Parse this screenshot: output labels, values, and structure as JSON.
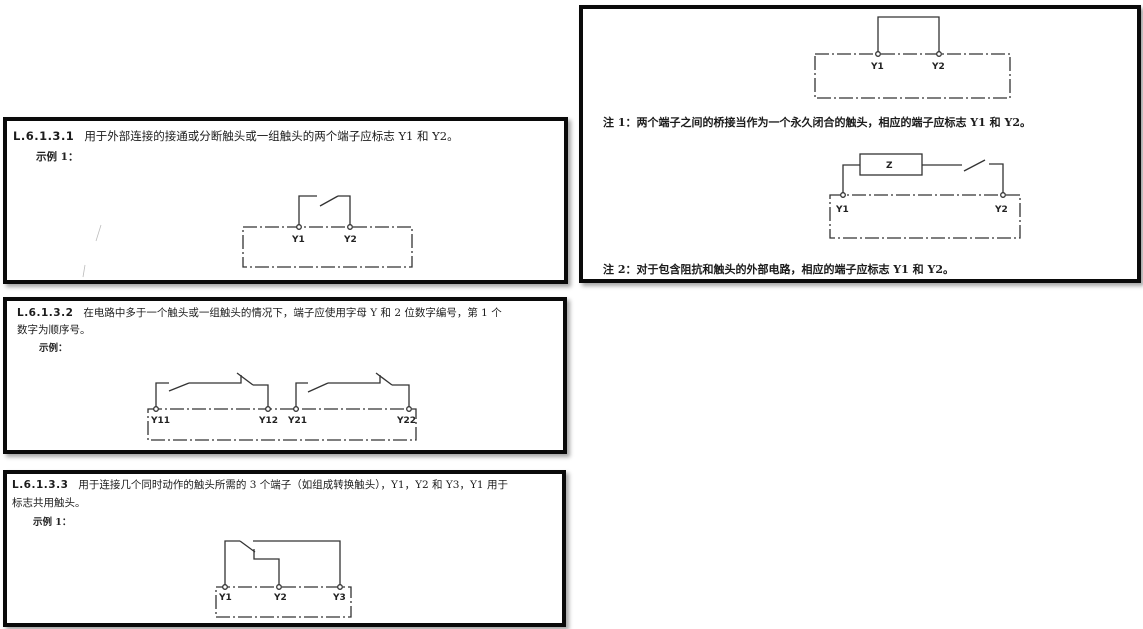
{
  "panels": {
    "p1": {
      "code": "L.6.1.3.1",
      "text": "用于外部连接的接通或分断触头或一组触头的两个端子应标志 Y1 和 Y2。",
      "example": "示例 1：",
      "terminals": [
        "Y1",
        "Y2"
      ]
    },
    "p2": {
      "code": "L.6.1.3.2",
      "text_line1": "在电路中多于一个触头或一组触头的情况下，端子应使用字母 Y 和 2 位数字编号，第 1 个",
      "text_line2": "数字为顺序号。",
      "example": "示例：",
      "terminals": [
        "Y11",
        "Y12",
        "Y21",
        "Y22"
      ]
    },
    "p3": {
      "code": "L.6.1.3.3",
      "text_line1": "用于连接几个同时动作的触头所需的 3 个端子（如组成转换触头），Y1，Y2 和 Y3，Y1 用于",
      "text_line2": "标志共用触头。",
      "example": "示例 1：",
      "terminals": [
        "Y1",
        "Y2",
        "Y3"
      ]
    },
    "p4": {
      "diagram1_terminals": [
        "Y1",
        "Y2"
      ],
      "note1": "注 1：两个端子之间的桥接当作为一个永久闭合的触头，相应的端子应标志 Y1 和 Y2。",
      "diagram2_terminals": [
        "Y1",
        "Y2"
      ],
      "impedance_label": "Z",
      "note2": "注 2：对于包含阻抗和触头的外部电路，相应的端子应标志 Y1 和 Y2。"
    }
  },
  "colors": {
    "frame": "#0a0a0a",
    "ink": "#1c1c1c",
    "background": "#ffffff"
  }
}
